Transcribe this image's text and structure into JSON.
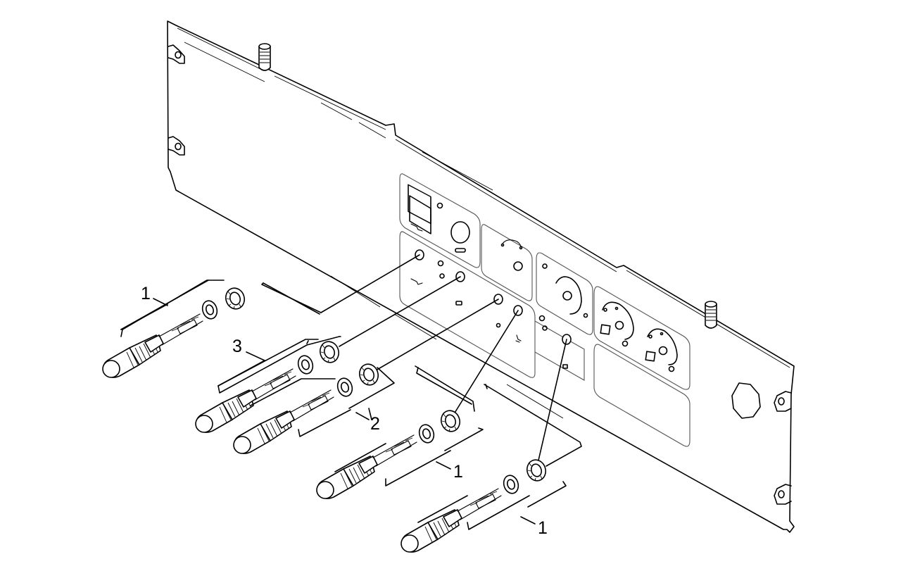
{
  "callouts": [
    {
      "id": "callout-1-a",
      "label": "1"
    },
    {
      "id": "callout-3",
      "label": "3"
    },
    {
      "id": "callout-2",
      "label": "2"
    },
    {
      "id": "callout-1-b",
      "label": "1"
    },
    {
      "id": "callout-1-c",
      "label": "1"
    }
  ],
  "colors": {
    "line": "#000000",
    "background": "#ffffff"
  }
}
